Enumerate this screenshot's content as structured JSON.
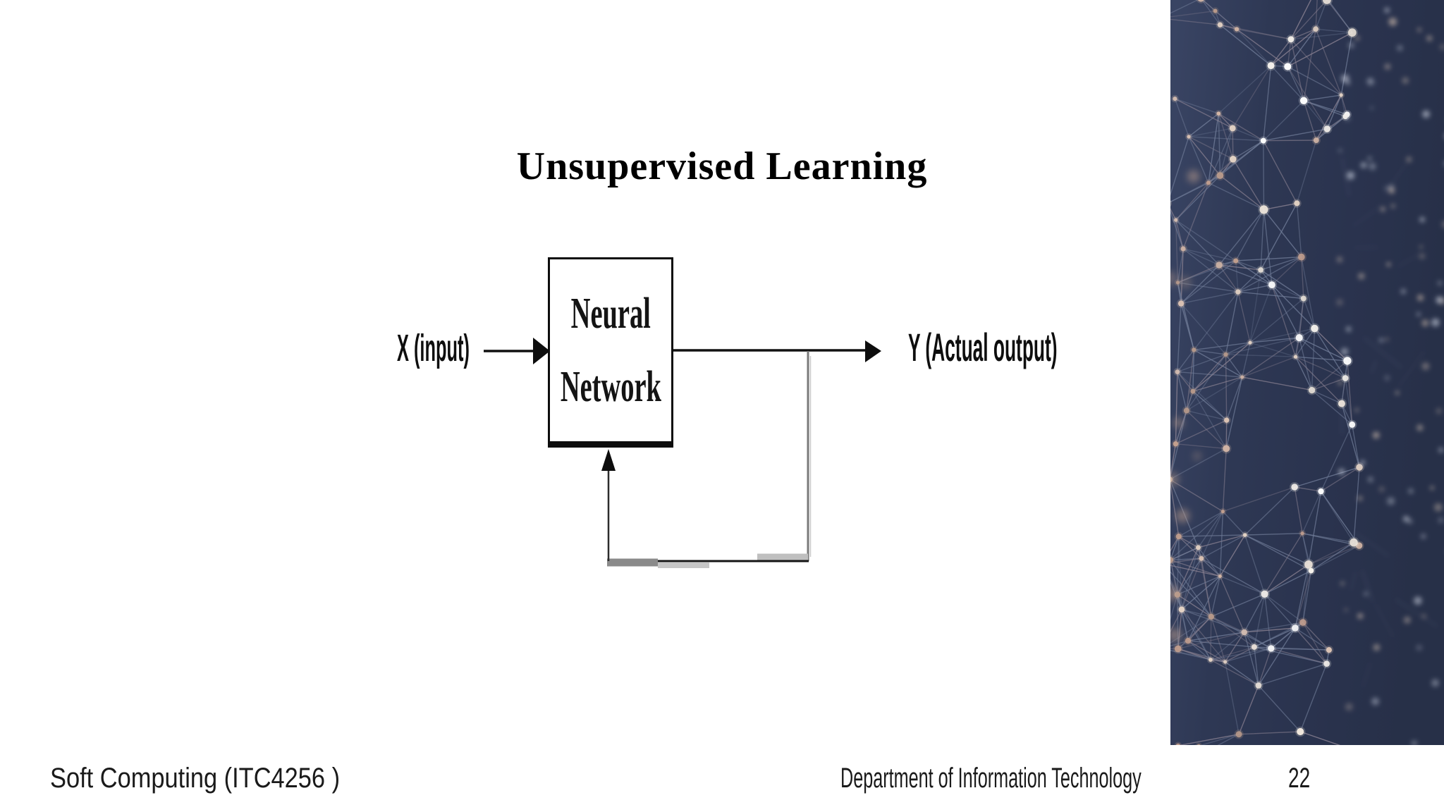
{
  "slide": {
    "title": "Unsupervised Learning",
    "diagram": {
      "box_line1": "Neural",
      "box_line2": "Network",
      "input_label": "X (input)",
      "output_label": "Y (Actual output)"
    },
    "footer": {
      "left": "Soft Computing (ITC4256 )",
      "right": "Department of Information Technology",
      "page": "22"
    },
    "colors": {
      "slide_background": "#ffffff",
      "title_text": "#000000",
      "diagram_ink": "#111111",
      "feedback_branch_gray": "#7a7a7a",
      "artifact_dark_gray": "#8a8a8a",
      "artifact_light_gray": "#c6c6c6",
      "footer_text": "#1a1a1a"
    },
    "photo": {
      "description": "network-mesh-photo",
      "bg_left": "#38436200",
      "bg_stops": [
        "#394463",
        "#2e3854",
        "#2a334e",
        "#273048"
      ],
      "line_cool": "#707c98",
      "line_warm": "#8d8494",
      "dot_warm_palette": [
        "#d2b5a5",
        "#c4a08e",
        "#e3d2c4",
        "#b89a8a",
        "#dcc3b4"
      ],
      "dot_bright_palette": [
        "#f8f4ee",
        "#ffffff",
        "#efe6dc"
      ],
      "blur_dot_cool": "#c6ccda",
      "blur_dot_warm": "#d6c2b2",
      "edge_blob_warm": "#c0a18f"
    }
  }
}
